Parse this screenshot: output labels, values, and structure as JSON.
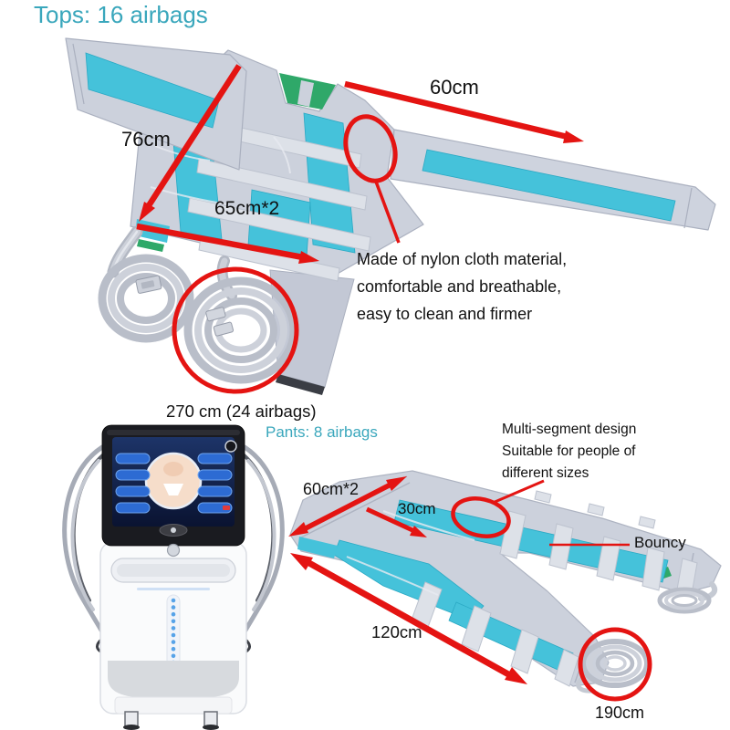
{
  "colors": {
    "heading_teal": "#3AA7BC",
    "annotation_red": "#E41412",
    "text_black": "#111111",
    "fabric_gray": "#CCD1DC",
    "airbag_teal": "#45C2DA",
    "lining_green": "#2FA869",
    "hose_gray": "#B9BEC9",
    "machine_button_blue": "#2D6BD3"
  },
  "tops_section": {
    "heading": "Tops: 16 airbags",
    "labels": {
      "sleeve_length": "60cm",
      "body_length": "76cm",
      "body_width": "65cm*2",
      "hose_length": "270 cm (24 airbags)"
    },
    "material_note": [
      "Made of nylon cloth material,",
      "comfortable and breathable,",
      "easy to clean and firmer"
    ]
  },
  "pants_section": {
    "heading": "Pants: 8 airbags",
    "labels": {
      "width": "60cm*2",
      "segment_width": "30cm",
      "length": "120cm",
      "hose_length": "190cm",
      "bouncy": "Bouncy"
    },
    "multi_segment_note": [
      "Multi-segment design",
      "Suitable for people of",
      "different sizes"
    ]
  }
}
